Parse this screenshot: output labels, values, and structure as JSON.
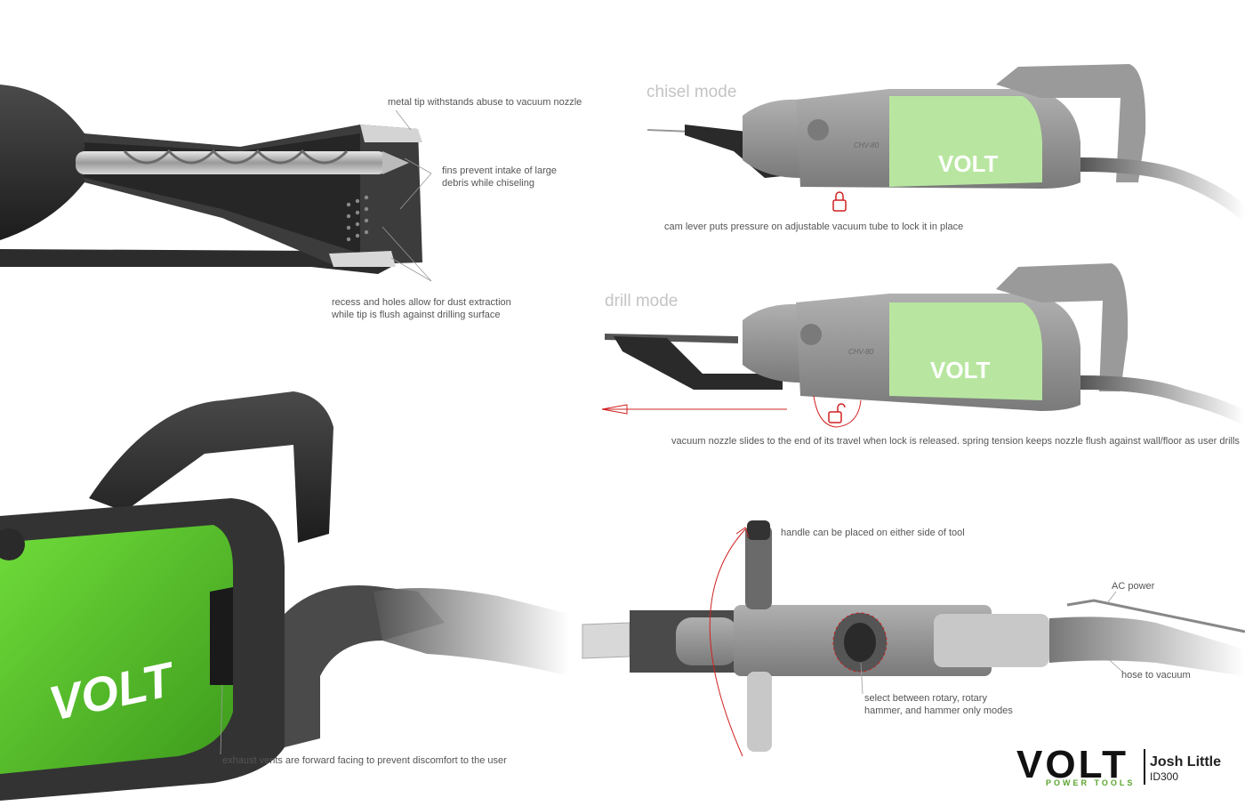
{
  "annotations": {
    "metal_tip": "metal tip withstands abuse to vacuum nozzle",
    "fins_line1": "fins prevent intake of large",
    "fins_line2": "debris while chiseling",
    "recess_line1": "recess and holes allow for dust extraction",
    "recess_line2": "while tip is flush against drilling surface",
    "exhaust": "exhaust vents are forward facing to prevent discomfort to the user",
    "cam_lever": "cam lever puts pressure on adjustable vacuum tube to lock it in place",
    "nozzle_slides": "vacuum nozzle slides to the end of its travel when lock is released. spring tension keeps nozzle flush against wall/floor as user drills",
    "handle_side": "handle can be placed on either side of tool",
    "ac_power": "AC power",
    "hose": "hose to vacuum",
    "select_line1": "select between rotary, rotary",
    "select_line2": "hammer, and hammer only modes"
  },
  "modes": {
    "chisel": "chisel mode",
    "drill": "drill mode"
  },
  "product": {
    "logo_text": "VOLT",
    "model_label": "CHV-80"
  },
  "branding": {
    "logo": "VOLT",
    "tagline": "POWER TOOLS",
    "author": "Josh Little",
    "course": "ID300"
  },
  "colors": {
    "accent_green": "#5cc330",
    "body_gray": "#8c8c8c",
    "dark_body": "#3a3a3a",
    "arrow_red": "#d02020"
  }
}
